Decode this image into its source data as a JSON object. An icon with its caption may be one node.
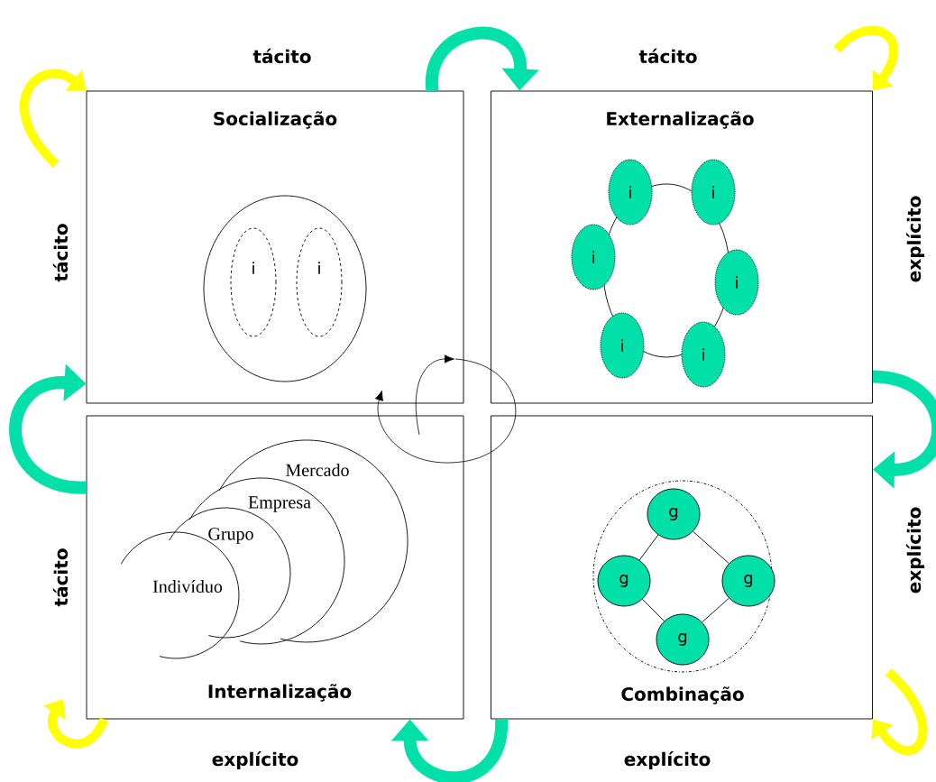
{
  "diagram": {
    "nodes": [
      {
        "text": [
          "Socialização"
        ]
      },
      {
        "text": [],
        "shape": "circle",
        "in": 0
      },
      {
        "text": [
          "i"
        ],
        "in": 1
      },
      {
        "text": [
          "i"
        ],
        "in": 1
      },
      {
        "text": [
          "Externalização"
        ]
      },
      {
        "text": [],
        "shape": "circle",
        "in": 4
      },
      {
        "text": [
          "i"
        ],
        "in": 4
      },
      {
        "text": [
          "i"
        ],
        "in": 4
      },
      {
        "text": [
          "i"
        ],
        "in": 4
      },
      {
        "text": [
          "i"
        ],
        "in": 4
      },
      {
        "text": [
          "i"
        ],
        "in": 4
      },
      {
        "text": [
          "i"
        ],
        "in": 4
      },
      {
        "text": [
          "Internalização"
        ]
      },
      {
        "text": [
          "Combinação"
        ]
      },
      {
        "text": [],
        "shape": "circle",
        "in": 13
      },
      {
        "text": [
          "g"
        ],
        "in": 14
      },
      {
        "text": [
          "g"
        ],
        "in": 14
      },
      {
        "text": [
          "g"
        ],
        "in": 14
      },
      {
        "text": [
          "g"
        ],
        "in": 14
      }
    ],
    "edges": [
      {
        "from": 0,
        "to": 4,
        "arrow": "to",
        "color": "#00e0a8"
      },
      {
        "from": 4,
        "to": 13,
        "arrow": "to",
        "color": "#00e0a8"
      },
      {
        "from": 13,
        "to": 12,
        "arrow": "to",
        "color": "#00e0a8"
      },
      {
        "from": 12,
        "to": 0,
        "arrow": "to",
        "color": "#00e0a8"
      },
      {
        "from": null,
        "to": 0,
        "arrow": "to",
        "color": "#ffff00"
      },
      {
        "from": null,
        "to": 4,
        "arrow": "to",
        "color": "#ffff00"
      },
      {
        "from": null,
        "to": 13,
        "arrow": "to",
        "color": "#ffff00"
      },
      {
        "from": 12,
        "to": null,
        "arrow": "to",
        "color": "#ffff00"
      },
      {
        "from": 15,
        "to": 16,
        "arrow": "none",
        "color": "#000000"
      },
      {
        "from": 15,
        "to": 17,
        "arrow": "none",
        "color": "#000000"
      },
      {
        "from": 16,
        "to": 18,
        "arrow": "none",
        "color": "#000000"
      },
      {
        "from": 17,
        "to": 18,
        "arrow": "none",
        "color": "#000000"
      }
    ],
    "labels": [
      "tácito",
      "tácito",
      "tácito",
      "explícito",
      "Mercado",
      "Empresa",
      "Grupo",
      "Indivíduo",
      "tácito",
      "explícito",
      "explícito",
      "explícito"
    ]
  }
}
